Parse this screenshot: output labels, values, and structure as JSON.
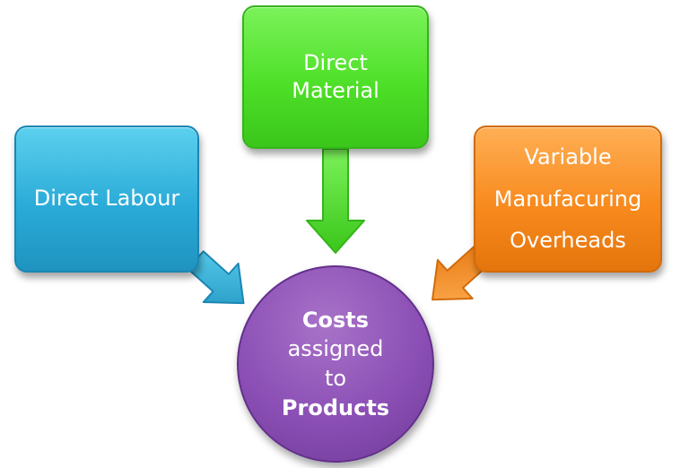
{
  "diagram": {
    "boxes": {
      "labour": {
        "lines": [
          "Direct Labour"
        ],
        "color": "#2aabd8"
      },
      "material": {
        "lines": [
          "Direct",
          "Material"
        ],
        "color": "#4ee028"
      },
      "overheads": {
        "lines": [
          "Variable",
          "Manufacuring",
          "Overheads"
        ],
        "color": "#f88a1e"
      }
    },
    "center": {
      "line1": "Costs",
      "line2": "assigned",
      "line3": "to",
      "line4": "Products",
      "color": "#8b4fb5"
    }
  }
}
